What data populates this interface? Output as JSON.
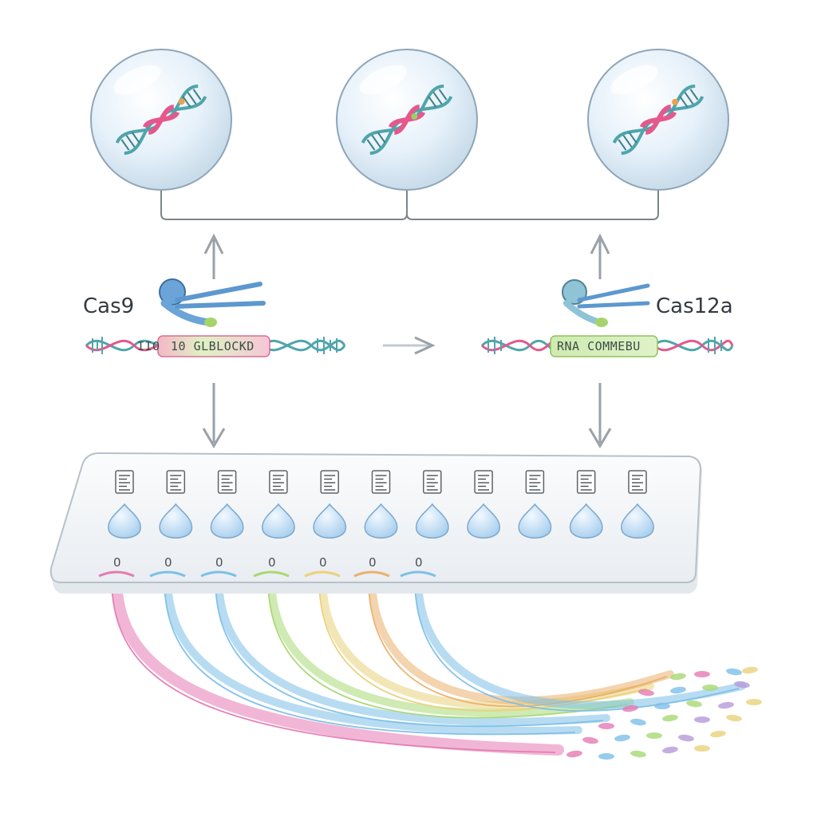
{
  "diagram": {
    "enzymes": {
      "left": {
        "label": "Cas9",
        "sequence_label": "10 GLBLOCKD",
        "sequence_prefix": "IIO"
      },
      "right": {
        "label": "Cas12a",
        "sequence_label": "RNA COMMEBU"
      }
    },
    "plate": {
      "well_count": 11,
      "outlet_labels": [
        "0",
        "0",
        "0",
        "0",
        "0",
        "0",
        "0"
      ]
    },
    "colors": {
      "sphere_fill": "#e8f2fa",
      "sphere_stroke": "#7f98ad",
      "helix_teal": "#4fa5ac",
      "helix_pink": "#e5588c",
      "enzyme_blue": "#6aa4d8",
      "well_blue": "#bcdaf2",
      "stream_pink": "#e57ab3",
      "stream_blue": "#7cbfe8",
      "stream_green": "#a8d873",
      "stream_yellow": "#e9d27a",
      "stream_orange": "#eab06c",
      "arrow_gray": "#8e959c"
    }
  }
}
